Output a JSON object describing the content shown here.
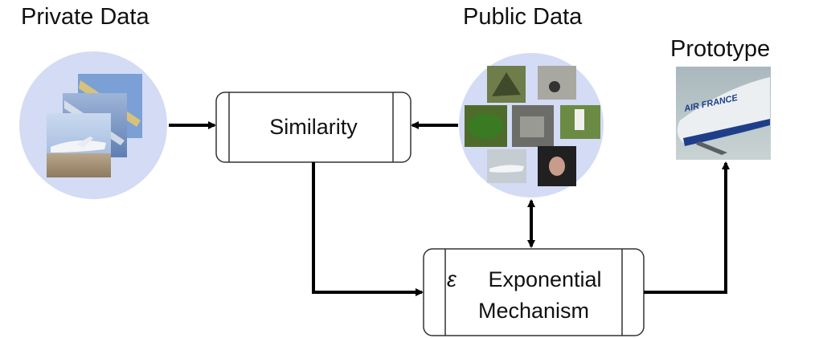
{
  "titles": {
    "private_data": "Private Data",
    "public_data": "Public Data",
    "prototype": "Prototype"
  },
  "boxes": {
    "similarity": "Similarity",
    "epsilon_symbol": "ε",
    "exponential_line1": "Exponential",
    "exponential_line2": "Mechanism"
  },
  "prototype_image": {
    "text": "AIR FRANCE"
  },
  "colors": {
    "circle_fill": "#d3dbf5",
    "arrow": "#000000",
    "box_border": "#333333"
  }
}
